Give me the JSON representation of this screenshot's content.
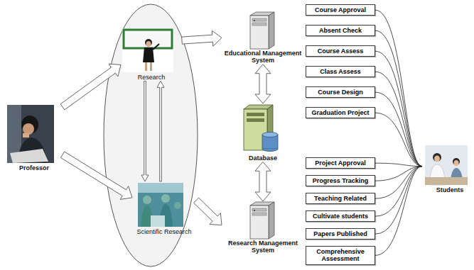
{
  "diagram": {
    "nodes": [
      {
        "text": [
          "Professor"
        ]
      },
      {
        "text": [
          "Research"
        ]
      },
      {
        "text": [
          "Scientific Research"
        ]
      },
      {
        "text": [
          "Educational Management System"
        ]
      },
      {
        "text": [
          "Database"
        ]
      },
      {
        "text": [
          "Research Management System"
        ]
      },
      {
        "text": [
          "Course Approval"
        ]
      },
      {
        "text": [
          "Absent Check"
        ]
      },
      {
        "text": [
          "Course Assess"
        ]
      },
      {
        "text": [
          "Class Assess"
        ]
      },
      {
        "text": [
          "Course Design"
        ]
      },
      {
        "text": [
          "Graduation Project"
        ]
      },
      {
        "text": [
          "Project Approval"
        ]
      },
      {
        "text": [
          "Progress Tracking"
        ]
      },
      {
        "text": [
          "Teaching Related"
        ]
      },
      {
        "text": [
          "Cultivate students"
        ]
      },
      {
        "text": [
          "Papers Published"
        ]
      },
      {
        "text": [
          "Comprehensive Assessment"
        ]
      },
      {
        "text": [
          "Students"
        ]
      }
    ],
    "edges": [
      {
        "from": 0,
        "to": 1,
        "arrow": "to"
      },
      {
        "from": 0,
        "to": 2,
        "arrow": "to"
      },
      {
        "from": 1,
        "to": 2,
        "arrow": "to"
      },
      {
        "from": 2,
        "to": 1,
        "arrow": "to"
      },
      {
        "from": 1,
        "to": 3,
        "arrow": "to"
      },
      {
        "from": 2,
        "to": 5,
        "arrow": "to"
      },
      {
        "from": 4,
        "to": 3,
        "arrow": "both"
      },
      {
        "from": 4,
        "to": 5,
        "arrow": "both"
      },
      {
        "from": 6,
        "to": 18,
        "arrow": "none"
      },
      {
        "from": 7,
        "to": 18,
        "arrow": "none"
      },
      {
        "from": 8,
        "to": 18,
        "arrow": "none"
      },
      {
        "from": 9,
        "to": 18,
        "arrow": "none"
      },
      {
        "from": 10,
        "to": 18,
        "arrow": "none"
      },
      {
        "from": 11,
        "to": 18,
        "arrow": "none"
      },
      {
        "from": 12,
        "to": 18,
        "arrow": "none"
      },
      {
        "from": 13,
        "to": 18,
        "arrow": "none"
      },
      {
        "from": 14,
        "to": 18,
        "arrow": "none"
      },
      {
        "from": 15,
        "to": 18,
        "arrow": "none"
      },
      {
        "from": 16,
        "to": 18,
        "arrow": "none"
      },
      {
        "from": 17,
        "to": 18,
        "arrow": "none"
      }
    ]
  }
}
